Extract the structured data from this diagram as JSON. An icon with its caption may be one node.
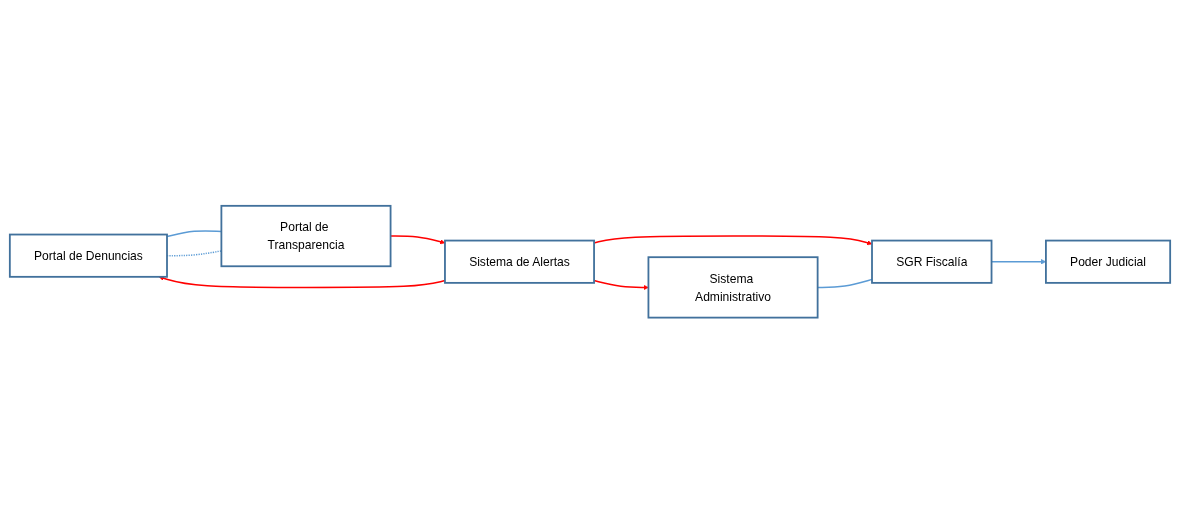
{
  "diagram": {
    "nodes": [
      {
        "text": [
          "Portal de Denuncias"
        ]
      },
      {
        "text": [
          "Sistema Administrativo"
        ]
      },
      {
        "text": [
          "Sistema de Alertas"
        ]
      },
      {
        "text": [
          "SGR Fiscalía"
        ]
      },
      {
        "text": [
          "Poder Judicial"
        ]
      },
      {
        "text": [
          "Portal de Transparencia"
        ]
      }
    ],
    "edges": [
      {
        "from": 2,
        "to": 0,
        "arrow": "to",
        "color": "#ff0000"
      },
      {
        "from": 5,
        "to": 2,
        "arrow": "to",
        "color": "#ff0000"
      },
      {
        "from": 2,
        "to": 1,
        "arrow": "to",
        "color": "#ff0000"
      },
      {
        "from": 2,
        "to": 3,
        "arrow": "to",
        "color": "#ff0000"
      },
      {
        "from": 0,
        "to": 5,
        "arrow": "none",
        "color": "#5b9bd5"
      },
      {
        "from": 0,
        "to": 5,
        "arrow": "none",
        "style": "dashed",
        "color": "#5b9bd5"
      },
      {
        "from": 1,
        "to": 3,
        "arrow": "none",
        "color": "#5b9bd5"
      },
      {
        "from": 3,
        "to": 4,
        "arrow": "to",
        "color": "#5b9bd5"
      }
    ]
  }
}
